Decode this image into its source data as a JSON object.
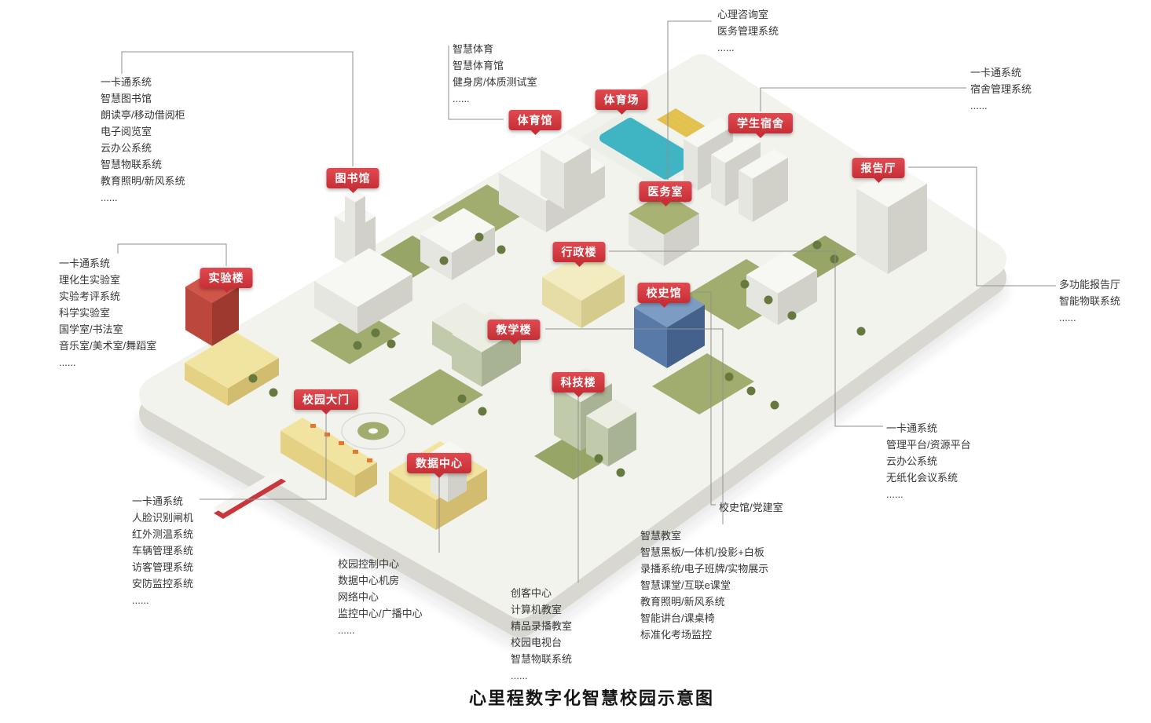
{
  "caption": "心里程数字化智慧校园示意图",
  "colors": {
    "badge_red": "#d8363c",
    "pool_teal": "#3fb4c2",
    "lawn_green": "#9fae6d",
    "history_blue": "#5b7fae",
    "building_yellow": "#ecd98f",
    "accent_orange": "#e8762c"
  },
  "labels": [
    {
      "id": "library",
      "text": "图书馆"
    },
    {
      "id": "gymnasium",
      "text": "体育馆"
    },
    {
      "id": "stadium",
      "text": "体育场"
    },
    {
      "id": "dormitory",
      "text": "学生宿舍"
    },
    {
      "id": "medical-room",
      "text": "医务室"
    },
    {
      "id": "lecture-hall",
      "text": "报告厅"
    },
    {
      "id": "admin-building",
      "text": "行政楼"
    },
    {
      "id": "history-museum",
      "text": "校史馆"
    },
    {
      "id": "laboratory",
      "text": "实验楼"
    },
    {
      "id": "teaching-building",
      "text": "教学楼"
    },
    {
      "id": "tech-building",
      "text": "科技楼"
    },
    {
      "id": "campus-gate",
      "text": "校园大门"
    },
    {
      "id": "data-center",
      "text": "数据中心"
    }
  ],
  "annotations": [
    {
      "id": "library-systems",
      "lines": [
        "一卡通系统",
        "智慧图书馆",
        "朗读亭/移动借阅柜",
        "电子阅览室",
        "云办公系统",
        "智慧物联系统",
        "教育照明/新风系统",
        "......"
      ]
    },
    {
      "id": "sports-systems",
      "lines": [
        "智慧体育",
        "智慧体育馆",
        "健身房/体质测试室",
        "......"
      ]
    },
    {
      "id": "medical-systems",
      "lines": [
        "心理咨询室",
        "医务管理系统",
        "......"
      ]
    },
    {
      "id": "dormitory-systems",
      "lines": [
        "一卡通系统",
        "宿舍管理系统",
        "......"
      ]
    },
    {
      "id": "lecture-hall-systems",
      "lines": [
        "多功能报告厅",
        "智能物联系统",
        "......"
      ]
    },
    {
      "id": "laboratory-systems",
      "lines": [
        "一卡通系统",
        "理化生实验室",
        "实验考评系统",
        "科学实验室",
        "国学室/书法室",
        "音乐室/美术室/舞蹈室",
        "......"
      ]
    },
    {
      "id": "gate-systems",
      "lines": [
        "一卡通系统",
        "人脸识别闸机",
        "红外测温系统",
        "车辆管理系统",
        "访客管理系统",
        "安防监控系统",
        "......"
      ]
    },
    {
      "id": "data-center-systems",
      "lines": [
        "校园控制中心",
        "数据中心机房",
        "网络中心",
        "监控中心/广播中心",
        "......"
      ]
    },
    {
      "id": "tech-building-systems",
      "lines": [
        "创客中心",
        "计算机教室",
        "精品录播教室",
        "校园电视台",
        "智慧物联系统",
        "......"
      ]
    },
    {
      "id": "classroom-systems",
      "lines": [
        "智慧教室",
        "智慧黑板/一体机/投影+白板",
        "录播系统/电子班牌/实物展示",
        "智慧课堂/互联e课堂",
        "教育照明/新风系统",
        "智能讲台/课桌椅",
        "标准化考场监控"
      ]
    },
    {
      "id": "admin-systems",
      "lines": [
        "一卡通系统",
        "管理平台/资源平台",
        "云办公系统",
        "无纸化会议系统",
        "......"
      ]
    },
    {
      "id": "history-museum-room",
      "lines": [
        "校史馆/党建室"
      ]
    }
  ]
}
